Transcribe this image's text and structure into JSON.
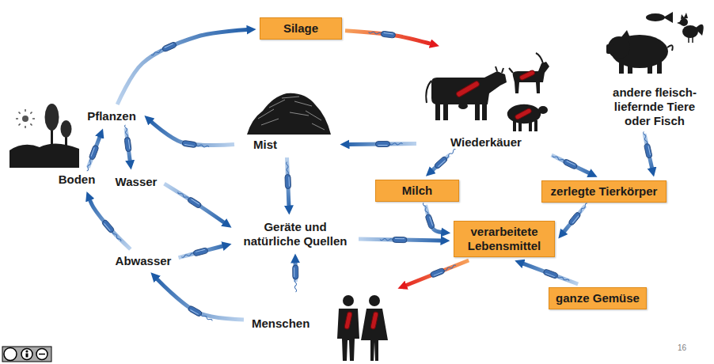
{
  "diagram": {
    "nodes": [
      {
        "text": [
          "Silage"
        ]
      },
      {
        "text": [
          "Pflanzen"
        ]
      },
      {
        "text": [
          "Mist"
        ]
      },
      {
        "text": [
          "Wiederkäuer"
        ]
      },
      {
        "text": [
          "andere fleisch- liefernde Tiere oder Fisch"
        ]
      },
      {
        "text": [
          "Boden"
        ]
      },
      {
        "text": [
          "Wasser"
        ]
      },
      {
        "text": [
          "Milch"
        ]
      },
      {
        "text": [
          "zerlegte Tierkörper"
        ]
      },
      {
        "text": [
          "Geräte und natürliche Quellen"
        ]
      },
      {
        "text": [
          "verarbeitete Lebensmittel"
        ]
      },
      {
        "text": [
          "Abwasser"
        ]
      },
      {
        "text": [
          "ganze Gemüse"
        ]
      },
      {
        "text": [
          "Menschen"
        ]
      }
    ],
    "edges": [
      {
        "from": 1,
        "to": 0,
        "arrow": "to"
      },
      {
        "from": 0,
        "to": 3,
        "arrow": "to"
      },
      {
        "from": 3,
        "to": 2,
        "arrow": "to"
      },
      {
        "from": 2,
        "to": 1,
        "arrow": "to"
      },
      {
        "from": 5,
        "to": 1,
        "arrow": "to"
      },
      {
        "from": 1,
        "to": 6,
        "arrow": "to"
      },
      {
        "from": 2,
        "to": 9,
        "arrow": "to"
      },
      {
        "from": 6,
        "to": 9,
        "arrow": "to"
      },
      {
        "from": 11,
        "to": 9,
        "arrow": "to"
      },
      {
        "from": 13,
        "to": 9,
        "arrow": "to"
      },
      {
        "from": 13,
        "to": 11,
        "arrow": "to"
      },
      {
        "from": 11,
        "to": 5,
        "arrow": "to"
      },
      {
        "from": 9,
        "to": 10,
        "arrow": "to"
      },
      {
        "from": 3,
        "to": 7,
        "arrow": "to"
      },
      {
        "from": 3,
        "to": 8,
        "arrow": "to"
      },
      {
        "from": 4,
        "to": 8,
        "arrow": "to"
      },
      {
        "from": 7,
        "to": 10,
        "arrow": "to"
      },
      {
        "from": 8,
        "to": 10,
        "arrow": "to"
      },
      {
        "from": 12,
        "to": 10,
        "arrow": "to"
      },
      {
        "from": 10,
        "to": 13,
        "arrow": "to"
      }
    ],
    "labels": [
      "16"
    ]
  }
}
